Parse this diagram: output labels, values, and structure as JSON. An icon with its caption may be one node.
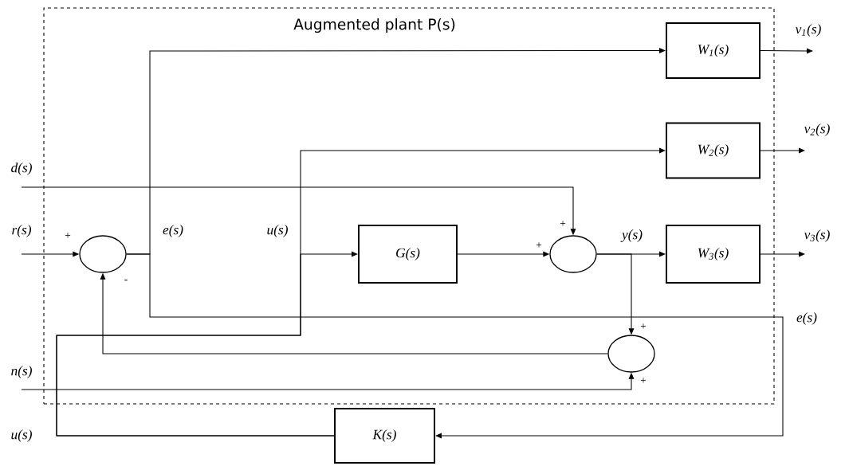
{
  "diagram": {
    "nodes": [
      {
        "text": [
          "Augmented plant P(s)"
        ]
      },
      {
        "text": [
          "W$_{1}$(s)"
        ],
        "in": 0
      },
      {
        "text": [
          "W$_{2}$(s)"
        ],
        "in": 0
      },
      {
        "text": [],
        "shape": "circle",
        "in": 0,
        "beside": [
          "+",
          "-"
        ]
      },
      {
        "text": [
          "G(s)"
        ],
        "in": 0
      },
      {
        "text": [],
        "shape": "circle",
        "in": 0,
        "beside": [
          "+",
          "+"
        ]
      },
      {
        "text": [
          "W$_{3}$(s)"
        ],
        "in": 0
      },
      {
        "text": [],
        "shape": "circle",
        "in": 0,
        "beside": [
          "+",
          "+"
        ]
      },
      {
        "text": [
          "K(s)"
        ]
      }
    ],
    "edges": [
      {
        "from": null,
        "to": 3,
        "arrow": "to",
        "label": "r(s)"
      },
      {
        "from": 3,
        "to": 1,
        "arrow": "to",
        "label": "e(s)"
      },
      {
        "from": 3,
        "to": 8,
        "arrow": "to",
        "label": "e(s)"
      },
      {
        "from": 8,
        "to": 4,
        "arrow": "to",
        "label": "u(s)"
      },
      {
        "from": 8,
        "to": 2,
        "arrow": "to",
        "label": "u(s)"
      },
      {
        "from": null,
        "to": 5,
        "arrow": "to",
        "label": "d(s)"
      },
      {
        "from": 4,
        "to": 5,
        "arrow": "to"
      },
      {
        "from": 5,
        "to": 6,
        "arrow": "to",
        "label": "y(s)"
      },
      {
        "from": 5,
        "to": 7,
        "arrow": "to"
      },
      {
        "from": 7,
        "to": 3,
        "arrow": "to"
      },
      {
        "from": null,
        "to": 7,
        "arrow": "to",
        "label": "n(s)"
      },
      {
        "from": 1,
        "to": null,
        "arrow": "to",
        "label": "v$_{1}$(s)"
      },
      {
        "from": 2,
        "to": null,
        "arrow": "to",
        "label": "v$_{2}$(s)"
      },
      {
        "from": 6,
        "to": null,
        "arrow": "to",
        "label": "v$_{3}$(s)"
      }
    ]
  }
}
